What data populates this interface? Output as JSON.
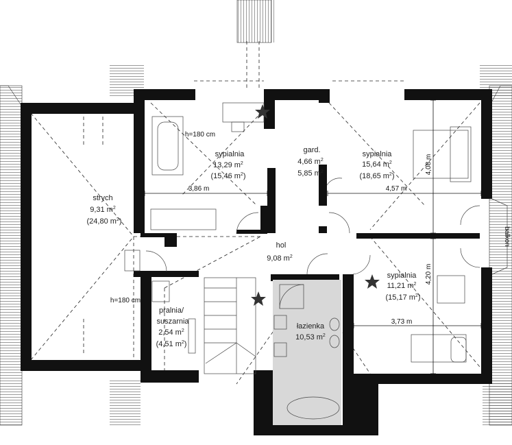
{
  "rooms": {
    "strych": {
      "name": "strych",
      "area": "9,31 m",
      "area_total": "(24,80 m"
    },
    "sypialnia1": {
      "name": "sypialnia",
      "area": "13,29 m",
      "area_total": "(15,46 m"
    },
    "gard": {
      "name": "gard.",
      "area": "4,66 m",
      "area_total": "5,85 m"
    },
    "sypialnia2": {
      "name": "sypialnia",
      "area": "15,64 m",
      "area_total": "(18,65 m"
    },
    "hol": {
      "name": "hol",
      "area": "9,08 m"
    },
    "pralnia": {
      "name1": "pralnia/",
      "name2": "suszarnia",
      "area": "2,54 m",
      "area_total": "(4,51 m"
    },
    "lazienka": {
      "name": "łazienka",
      "area": "10,53 m"
    },
    "sypialnia3": {
      "name": "sypialnia",
      "area": "11,21 m",
      "area_total": "(15,17 m"
    }
  },
  "sup": "2",
  "close_paren": ")",
  "dimensions": {
    "d1": "3,86 m",
    "d2": "4,57 m",
    "d3": "4,08 m",
    "d4": "4,20 m",
    "d5": "3,73 m",
    "h1": "h=180 cm",
    "h2": "h=180 cm"
  },
  "balkon": "balkon"
}
